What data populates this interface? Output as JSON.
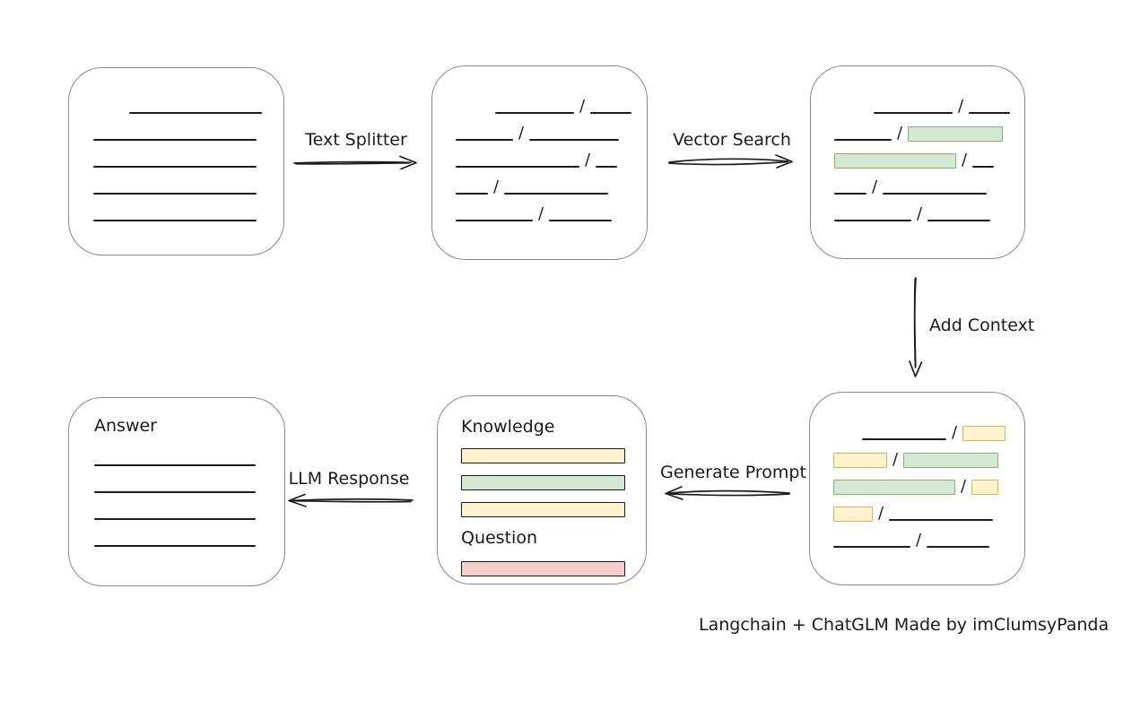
{
  "diagram": {
    "caption": "Langchain + ChatGLM Made by imClumsyPanda",
    "slash": "/",
    "arrows": {
      "text_splitter": "Text Splitter",
      "vector_search": "Vector Search",
      "add_context": "Add Context",
      "generate_prompt": "Generate Prompt",
      "llm_response": "LLM Response"
    },
    "colors": {
      "box_border": "#8a8a8a",
      "line": "#1c1c1c",
      "green_fill": "#d5e8d4",
      "green_stroke": "#82b366",
      "yellow_fill": "#fff2cc",
      "yellow_stroke": "#d6b656",
      "red_fill": "#f8cecc",
      "red_stroke": "#b85450"
    },
    "boxes": {
      "document": {
        "rows": [
          [
            {
              "t": "space",
              "w": 34
            },
            {
              "t": "line",
              "w": 148
            }
          ],
          [
            {
              "t": "line",
              "w": 182
            }
          ],
          [
            {
              "t": "line",
              "w": 182
            }
          ],
          [
            {
              "t": "line",
              "w": 182
            }
          ],
          [
            {
              "t": "line",
              "w": 182
            }
          ]
        ]
      },
      "chunks": {
        "rows": [
          [
            {
              "t": "space",
              "w": 38
            },
            {
              "t": "line",
              "w": 88
            },
            {
              "t": "slash"
            },
            {
              "t": "line",
              "w": 46
            }
          ],
          [
            {
              "t": "line",
              "w": 64
            },
            {
              "t": "slash"
            },
            {
              "t": "line",
              "w": 100
            }
          ],
          [
            {
              "t": "line",
              "w": 138
            },
            {
              "t": "slash"
            },
            {
              "t": "line",
              "w": 24
            }
          ],
          [
            {
              "t": "line",
              "w": 36
            },
            {
              "t": "slash"
            },
            {
              "t": "line",
              "w": 116
            }
          ],
          [
            {
              "t": "line",
              "w": 86
            },
            {
              "t": "slash"
            },
            {
              "t": "line",
              "w": 70
            }
          ]
        ]
      },
      "vector_results": {
        "rows": [
          [
            {
              "t": "space",
              "w": 38
            },
            {
              "t": "line",
              "w": 88
            },
            {
              "t": "slash"
            },
            {
              "t": "line",
              "w": 46
            }
          ],
          [
            {
              "t": "line",
              "w": 64
            },
            {
              "t": "slash"
            },
            {
              "t": "bar",
              "c": "green",
              "w": 106
            }
          ],
          [
            {
              "t": "bar",
              "c": "green",
              "w": 136
            },
            {
              "t": "slash"
            },
            {
              "t": "line",
              "w": 24
            }
          ],
          [
            {
              "t": "line",
              "w": 36
            },
            {
              "t": "slash"
            },
            {
              "t": "line",
              "w": 116
            }
          ],
          [
            {
              "t": "line",
              "w": 86
            },
            {
              "t": "slash"
            },
            {
              "t": "line",
              "w": 70
            }
          ]
        ]
      },
      "context": {
        "rows": [
          [
            {
              "t": "space",
              "w": 26
            },
            {
              "t": "line",
              "w": 94
            },
            {
              "t": "slash"
            },
            {
              "t": "bar",
              "c": "yellow",
              "w": 48
            }
          ],
          [
            {
              "t": "bar",
              "c": "yellow",
              "w": 60
            },
            {
              "t": "slash"
            },
            {
              "t": "bar",
              "c": "green",
              "w": 106
            }
          ],
          [
            {
              "t": "bar",
              "c": "green",
              "w": 136
            },
            {
              "t": "slash"
            },
            {
              "t": "bar",
              "c": "yellow",
              "w": 30
            }
          ],
          [
            {
              "t": "bar",
              "c": "yellow",
              "w": 44
            },
            {
              "t": "slash"
            },
            {
              "t": "line",
              "w": 116
            }
          ],
          [
            {
              "t": "line",
              "w": 86
            },
            {
              "t": "slash"
            },
            {
              "t": "line",
              "w": 70
            }
          ]
        ]
      },
      "prompt": {
        "knowledge_label": "Knowledge",
        "question_label": "Question",
        "knowledge_bars": [
          {
            "c": "yellow",
            "w": 183
          },
          {
            "c": "green",
            "w": 183
          },
          {
            "c": "yellow",
            "w": 183
          }
        ],
        "question_bars": [
          {
            "c": "red",
            "w": 183
          }
        ]
      },
      "answer": {
        "label": "Answer",
        "rows": [
          [
            {
              "t": "line",
              "w": 180
            }
          ],
          [
            {
              "t": "line",
              "w": 180
            }
          ],
          [
            {
              "t": "line",
              "w": 180
            }
          ],
          [
            {
              "t": "line",
              "w": 180
            }
          ]
        ]
      }
    }
  }
}
